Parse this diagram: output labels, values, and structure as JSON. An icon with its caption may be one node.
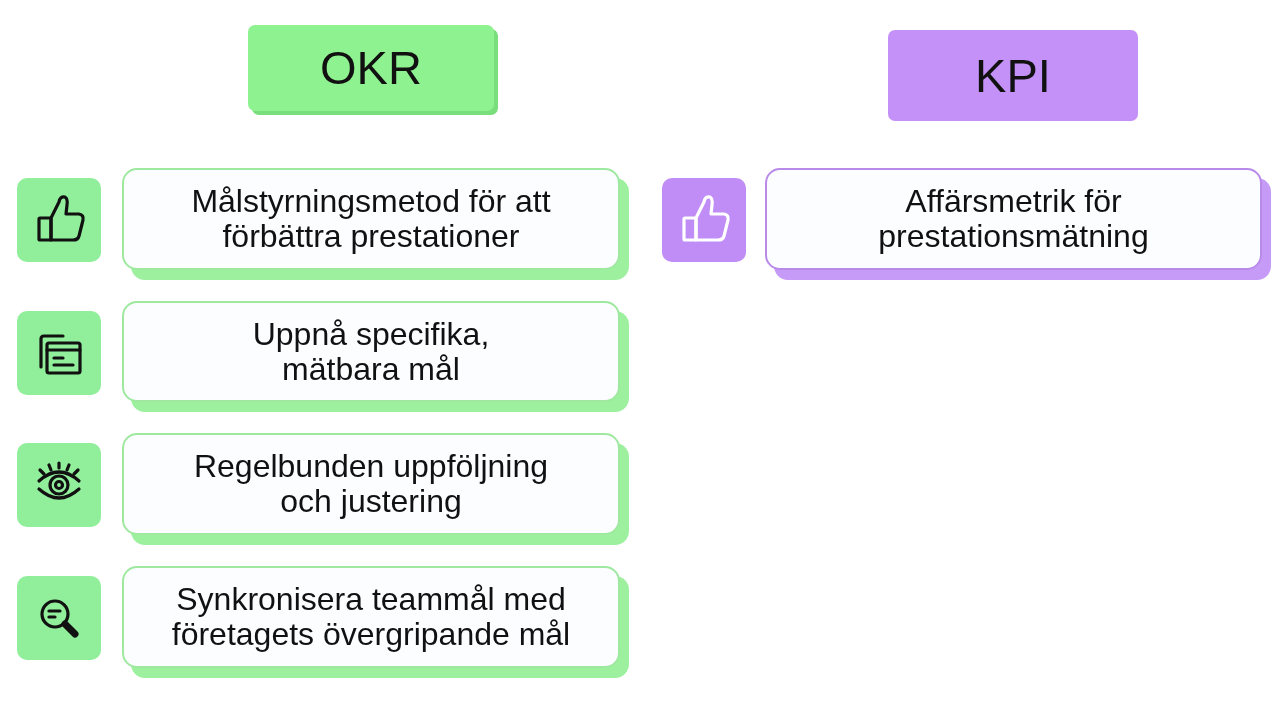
{
  "diagram": {
    "nodes": [
      {
        "text": [
          "OKR"
        ]
      },
      {
        "text": [
          "KPI"
        ]
      },
      {
        "text": [
          "Målstyrningsmetod för att förbättra prestationer"
        ]
      },
      {
        "text": [
          "Affärsmetrik för prestationsmätning"
        ]
      },
      {
        "text": [
          "Uppnå specifika, mätbara mål"
        ]
      },
      {
        "text": [
          "Regelbunden uppföljning och justering"
        ]
      },
      {
        "text": [
          "Synkronisera teammål med företagets övergripande mål"
        ]
      }
    ]
  }
}
